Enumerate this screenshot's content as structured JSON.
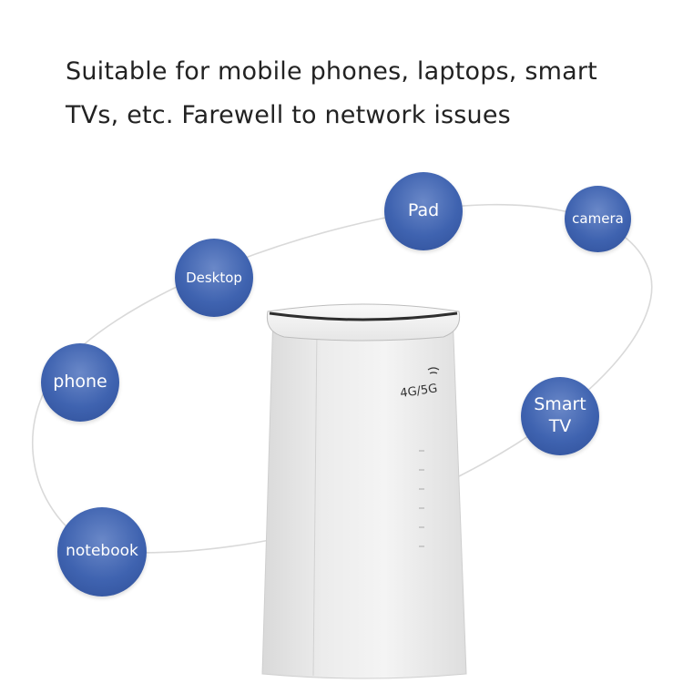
{
  "headline": {
    "line1": "Suitable for mobile phones, laptops, smart",
    "line2": "TVs, etc. Farewell to network issues"
  },
  "devices": {
    "pad": "Pad",
    "camera": "camera",
    "desktop": "Desktop",
    "phone": "phone",
    "smart_tv_line1": "Smart",
    "smart_tv_line2": "TV",
    "notebook": "notebook"
  },
  "router": {
    "logo_text": "4G/5G"
  },
  "colors": {
    "bubble": "#3f63b0",
    "orbit_line": "#d9d9d9",
    "text": "#222222"
  }
}
